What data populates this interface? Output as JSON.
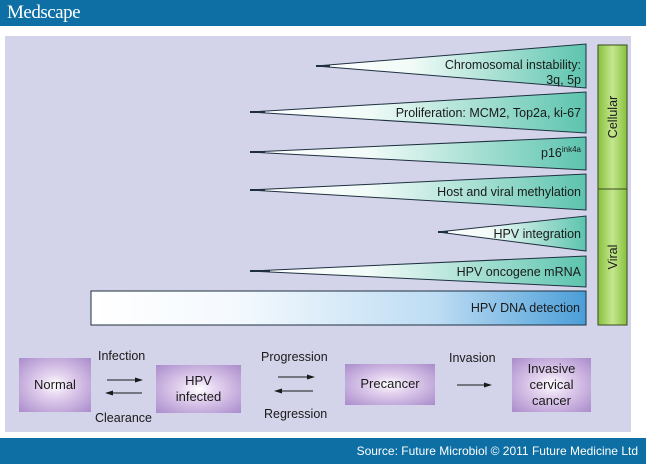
{
  "header": {
    "brand": "Medscape",
    "brand_color": "#0d6fa4"
  },
  "footer": {
    "source": "Source: Future Microbiol © 2011 Future Medicine Ltd"
  },
  "markers": [
    {
      "id": "chromosomal",
      "label_line1": "Chromosomal instability:",
      "label_line2": "3q, 5p",
      "group": "Cellular"
    },
    {
      "id": "proliferation",
      "label_line1": "Proliferation: MCM2, Top2a, ki-67",
      "group": "Cellular"
    },
    {
      "id": "p16",
      "label_main": "p16",
      "label_sup": "ink4a",
      "group": "Cellular"
    },
    {
      "id": "methylation",
      "label_line1": "Host and viral methylation",
      "group": "Cellular"
    },
    {
      "id": "integration",
      "label_line1": "HPV integration",
      "group": "Viral"
    },
    {
      "id": "oncogene",
      "label_line1": "HPV oncogene mRNA",
      "group": "Viral"
    },
    {
      "id": "dna",
      "label_line1": "HPV DNA detection",
      "group": "Viral"
    }
  ],
  "groups": {
    "cellular": "Cellular",
    "viral": "Viral"
  },
  "stages": {
    "normal": "Normal",
    "hpv_line1": "HPV",
    "hpv_line2": "infected",
    "precancer": "Precancer",
    "invasive_line1": "Invasive",
    "invasive_line2": "cervical",
    "invasive_line3": "cancer"
  },
  "transitions": {
    "infection": "Infection",
    "clearance": "Clearance",
    "progression": "Progression",
    "regression": "Regression",
    "invasion": "Invasion"
  },
  "colors": {
    "panel": "#d3d3e9",
    "wedge_end": "#5cc4ae",
    "dna_end": "#4a9ed8",
    "group_bar": "#8cc63f",
    "stage_box": "#a98bcb"
  }
}
